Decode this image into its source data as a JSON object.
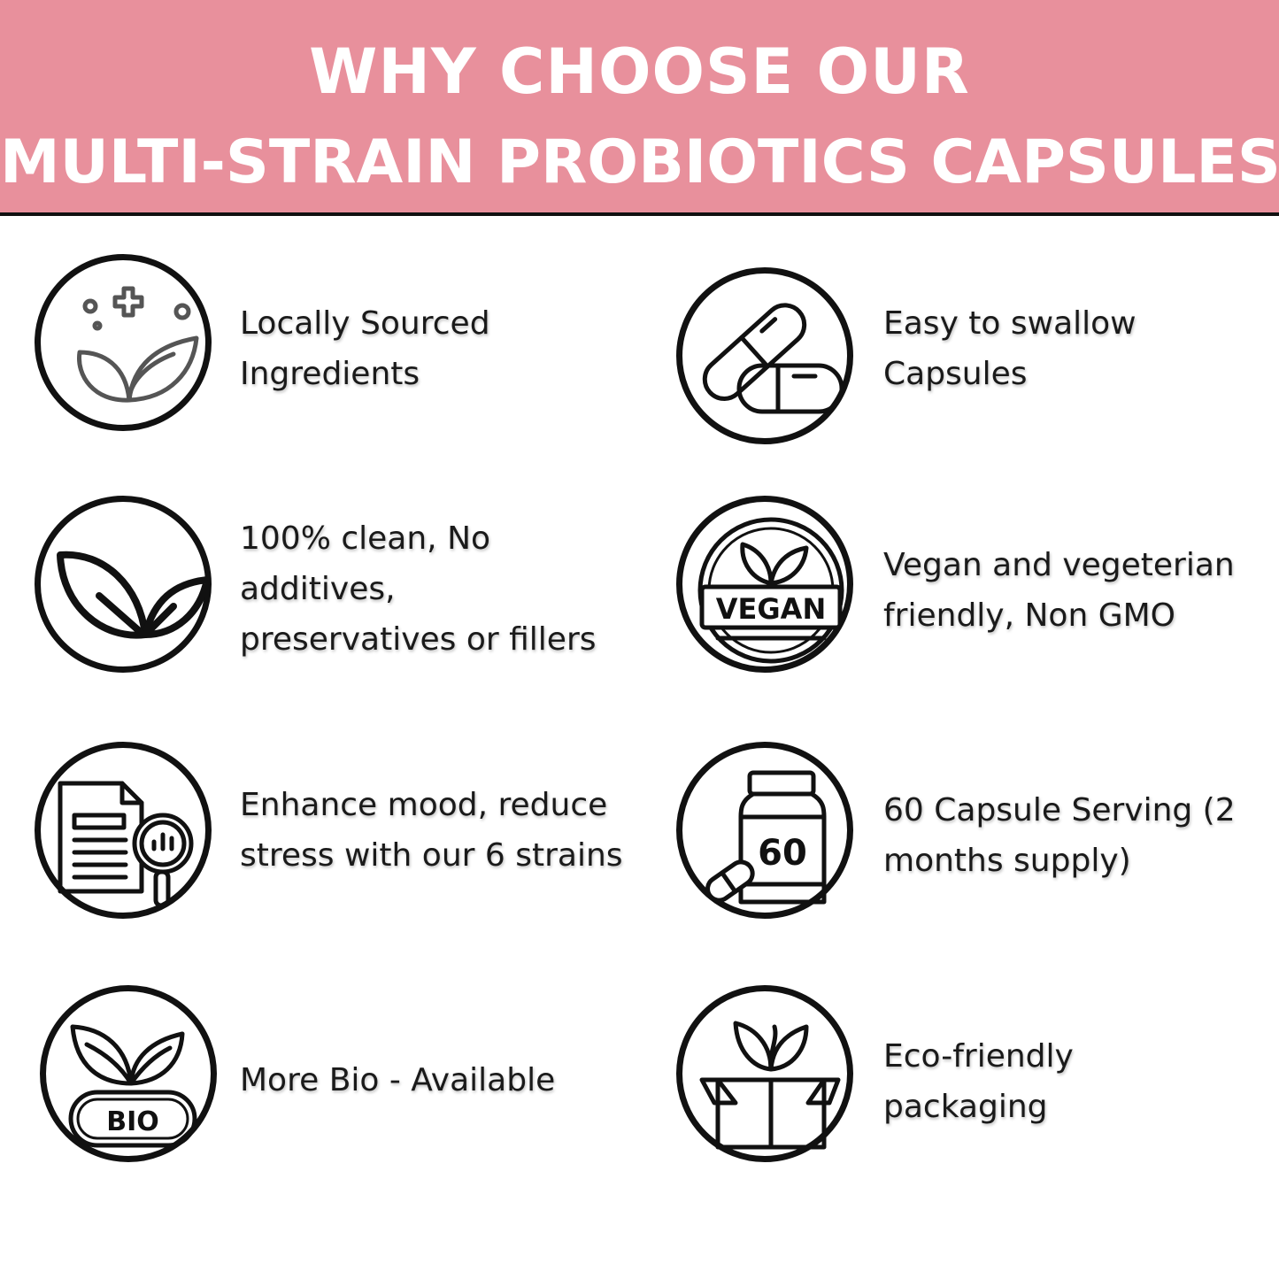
{
  "banner": {
    "line1": "WHY CHOOSE OUR",
    "line2": "MULTI-STRAIN PROBIOTICS CAPSULES",
    "background": "#e8909c"
  },
  "features": [
    {
      "icon": "sparkle-plant-icon",
      "lines": [
        "Locally Sourced",
        "Ingredients"
      ]
    },
    {
      "icon": "capsules-icon",
      "lines": [
        "Easy to swallow",
        "Capsules"
      ]
    },
    {
      "icon": "leaf-icon",
      "lines": [
        "100% clean, No",
        "additives,",
        "preservatives or fillers"
      ]
    },
    {
      "icon": "vegan-badge-icon",
      "badge_text": "VEGAN",
      "lines": [
        "Vegan and vegeterian",
        "friendly, Non GMO"
      ]
    },
    {
      "icon": "document-magnifier-icon",
      "lines": [
        "Enhance mood, reduce",
        "stress with our 6 strains"
      ]
    },
    {
      "icon": "pill-bottle-icon",
      "badge_text": "60",
      "lines": [
        "60 Capsule Serving  (2",
        "months supply)"
      ]
    },
    {
      "icon": "bio-leaves-icon",
      "badge_text": "BIO",
      "lines": [
        "More Bio - Available"
      ]
    },
    {
      "icon": "eco-box-icon",
      "lines": [
        "Eco-friendly",
        "packaging"
      ]
    }
  ]
}
